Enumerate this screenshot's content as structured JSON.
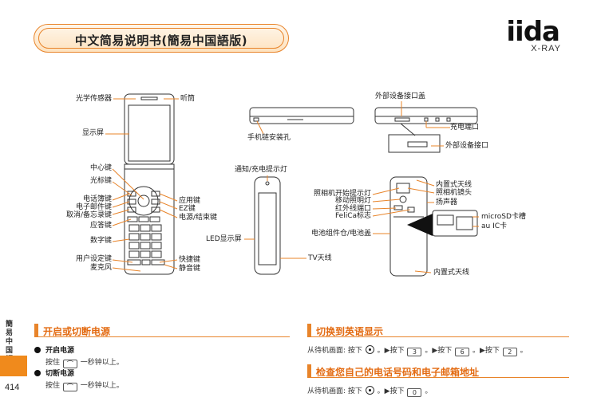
{
  "header": {
    "title": "中文简易说明书(簡易中国語版)",
    "brand": "iida",
    "model": "X-RAY"
  },
  "phone_front_labels": {
    "light_sensor": "光学传感器",
    "earpiece": "听筒",
    "display": "显示屏",
    "center_key": "中心键",
    "cursor_key": "光标键",
    "phonebook_key": "电话簿键",
    "email_key": "电子邮件键",
    "cancel_memo_key": "取消/备忘录键",
    "answer_key": "应答键",
    "number_keys": "数字键",
    "user_settings_key": "用户设定键",
    "microphone": "麦克风",
    "app_key": "应用键",
    "ez_key": "EZ键",
    "power_end_key": "电源/结束键",
    "shortcut_key": "快捷键",
    "silent_key": "静音键"
  },
  "phone_side_labels": {
    "strap_hole": "手机链安装孔",
    "notify_lamp": "通知/充电提示灯",
    "led_display": "LED显示屏",
    "tv_antenna": "TV天线"
  },
  "phone_back_labels": {
    "ext_cover": "外部设备接口盖",
    "charge_terminal": "充电端口",
    "ext_interface": "外部设备接口",
    "builtin_antenna_top": "内置式天线",
    "camera_lens": "照相机镜头",
    "camera_indicator": "照相机开始提示灯",
    "mobile_light": "移动照明灯",
    "ir_port": "红外线端口",
    "felica": "FeliCa标志",
    "speaker": "扬声器",
    "microsd_slot": "microSD卡槽",
    "au_ic_card": "au IC卡",
    "battery_cover": "电池组件仓/电池盖",
    "builtin_antenna_bottom": "内置式天线"
  },
  "side_tab": {
    "section": "簡易中国語",
    "page": "414"
  },
  "sections": {
    "power": {
      "title": "开启或切断电源",
      "on_label": "开启电源",
      "on_text_a": "按住",
      "on_text_b": "一秒钟以上。",
      "off_label": "切断电源",
      "off_text_a": "按住",
      "off_text_b": "一秒钟以上。"
    },
    "english": {
      "title": "切换到英语显示",
      "text_a": "从待机画面: 按下",
      "text_b": "。▶按下",
      "key1": "3",
      "key2": "6",
      "key3": "2",
      "text_end": "。"
    },
    "check": {
      "title": "检查您自己的电话号码和电子邮箱地址",
      "text_a": "从待机画面: 按下",
      "text_b": "。▶按下",
      "key1": "0",
      "text_end": "。"
    }
  },
  "colors": {
    "accent": "#e8842a",
    "accent_text": "#e36b12",
    "tab": "#f08a1c"
  }
}
